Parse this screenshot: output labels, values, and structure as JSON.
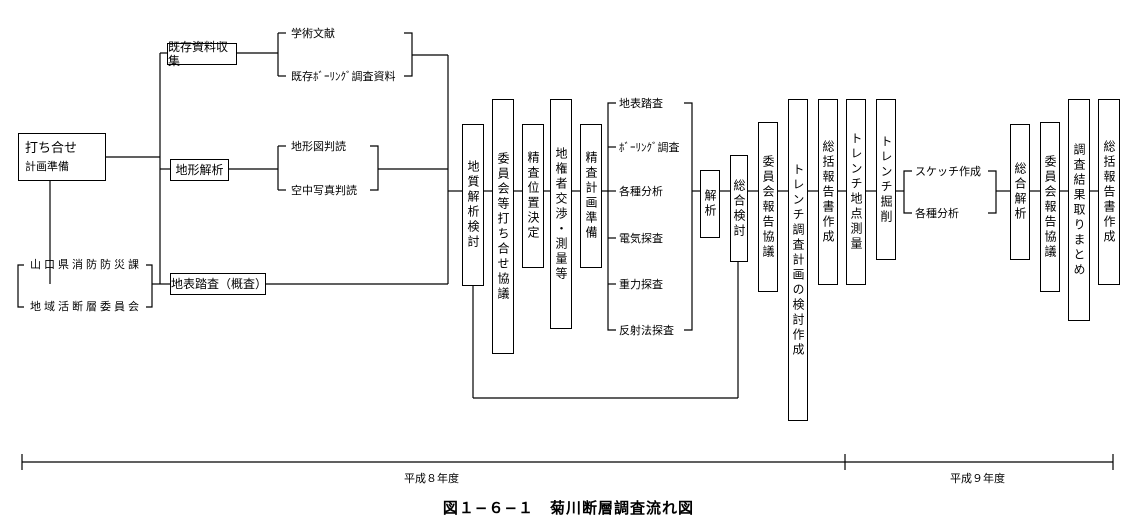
{
  "start": {
    "line1": "打ち合せ",
    "line2": "計画準備"
  },
  "orgs": [
    "山口県消防防災課",
    "地域活断層委員会"
  ],
  "level2": [
    "既存資料収集",
    "地形解析",
    "地表踏査（概査）"
  ],
  "level3": [
    "学術文献",
    "既存ﾎﾞｰﾘﾝｸﾞ調査資料",
    "地形図判読",
    "空中写真判読"
  ],
  "steps_a": [
    "地質解析検討",
    "委員会等打ち合せ協議",
    "精査位置決定",
    "地権者交渉・測量等",
    "精査計画準備"
  ],
  "surveys": [
    "地表踏査",
    "ﾎﾞｰﾘﾝｸﾞ調査",
    "各種分析",
    "電気探査",
    "重力探査",
    "反射法探査"
  ],
  "steps_b": [
    "解析",
    "総合検討",
    "委員会報告協議",
    "トレンチ調査計画の検討作成",
    "総括報告書作成",
    "トレンチ地点測量",
    "トレンチ掘削"
  ],
  "trench_tasks": [
    "スケッチ作成",
    "各種分析"
  ],
  "steps_c": [
    "総合解析",
    "委員会報告協議",
    "調査結果取りまとめ",
    "総括報告書作成"
  ],
  "years": [
    "平成８年度",
    "平成９年度"
  ],
  "caption": "図１−６−１　菊川断層調査流れ図"
}
